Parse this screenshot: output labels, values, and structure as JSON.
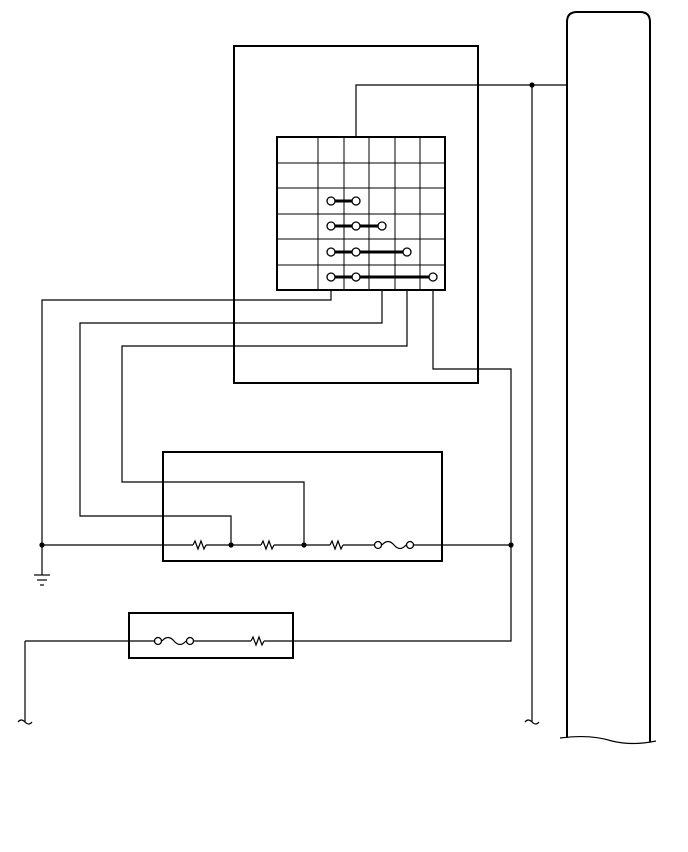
{
  "diagram": {
    "kind": "wiring-schematic",
    "text_labels": [],
    "components": [
      {
        "name": "ignition-switch-box",
        "has_switch_grid": true,
        "grid_rows": 6,
        "grid_cols": 6
      },
      {
        "name": "resistor-assembly-box",
        "resistors": 3,
        "fuses": 1
      },
      {
        "name": "fuse-resistor-box",
        "resistors": 1,
        "fuses": 1
      },
      {
        "name": "main-connector-body"
      }
    ],
    "switch_positions": [
      {
        "row": 3,
        "terminals": 2
      },
      {
        "row": 4,
        "terminals": 3
      },
      {
        "row": 5,
        "terminals": 4
      },
      {
        "row": 6,
        "terminals": 5
      }
    ],
    "ground_symbols": 1,
    "junction_dots": 5
  }
}
